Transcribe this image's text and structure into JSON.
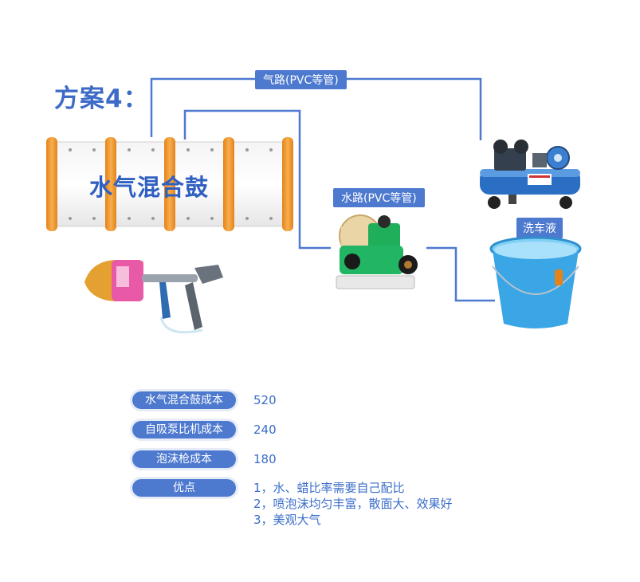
{
  "title": "方案4：",
  "pipes": {
    "air_label": "气路(PVC等管)",
    "water_label": "水路(PVC等管)",
    "liquid_label": "洗车液"
  },
  "drum": {
    "label": "水气混合鼓"
  },
  "colors": {
    "accent": "#4d79cf",
    "pipe": "#4d79cf",
    "drum_orange": "#f39a2b",
    "bucket": "#3aa6e6"
  },
  "costs": [
    {
      "label": "水气混合鼓成本",
      "value": "520"
    },
    {
      "label": "自吸泵比机成本",
      "value": "240"
    },
    {
      "label": "泡沫枪成本",
      "value": "180"
    }
  ],
  "advantages": {
    "label": "优点",
    "items": [
      "1，水、蜡比率需要自己配比",
      "2，喷泡沫均匀丰富，散面大、效果好",
      "3，美观大气"
    ]
  },
  "icons": [
    "air-compressor-icon",
    "water-pump-icon",
    "bucket-icon",
    "foam-gun-icon"
  ]
}
